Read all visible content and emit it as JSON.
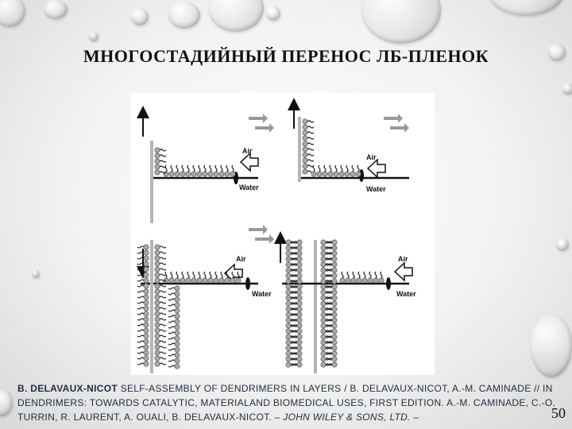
{
  "slide": {
    "title": "МНОГОСТАДИЙНЫЙ ПЕРЕНОС ЛБ-ПЛЕНОК",
    "page_number": "50"
  },
  "figure": {
    "panels": [
      {
        "air_label": "Air",
        "water_label": "Water",
        "substrate_arrow": "up"
      },
      {
        "air_label": "Air",
        "water_label": "Water",
        "substrate_arrow": "up"
      },
      {
        "air_label": "Air",
        "water_label": "Water",
        "substrate_arrow": "down"
      },
      {
        "air_label": "Air",
        "water_label": "Water",
        "substrate_arrow": "up"
      }
    ]
  },
  "citation": {
    "author": "B. DELAVAUX-NICOT",
    "text": " SELF-ASSEMBLY OF DENDRIMERS IN LAYERS / B. DELAVAUX-NICOT, A.-M. CAMINADE // IN DENDRIMERS: TOWARDS CATALYTIC, MATERIALAND BIOMEDICAL USES, FIRST EDITION. A.-M. CAMINADE, C.-O. TURRIN, R. LAURENT, A. OUALI, B. DELAVAUX-NICOT. – ",
    "publisher": "JOHN WILEY & SONS, LTD.",
    "tail": " –"
  },
  "colors": {
    "substrate": "#b5b5b5",
    "ink": "#111111",
    "molecule": "#a8a8a8"
  }
}
